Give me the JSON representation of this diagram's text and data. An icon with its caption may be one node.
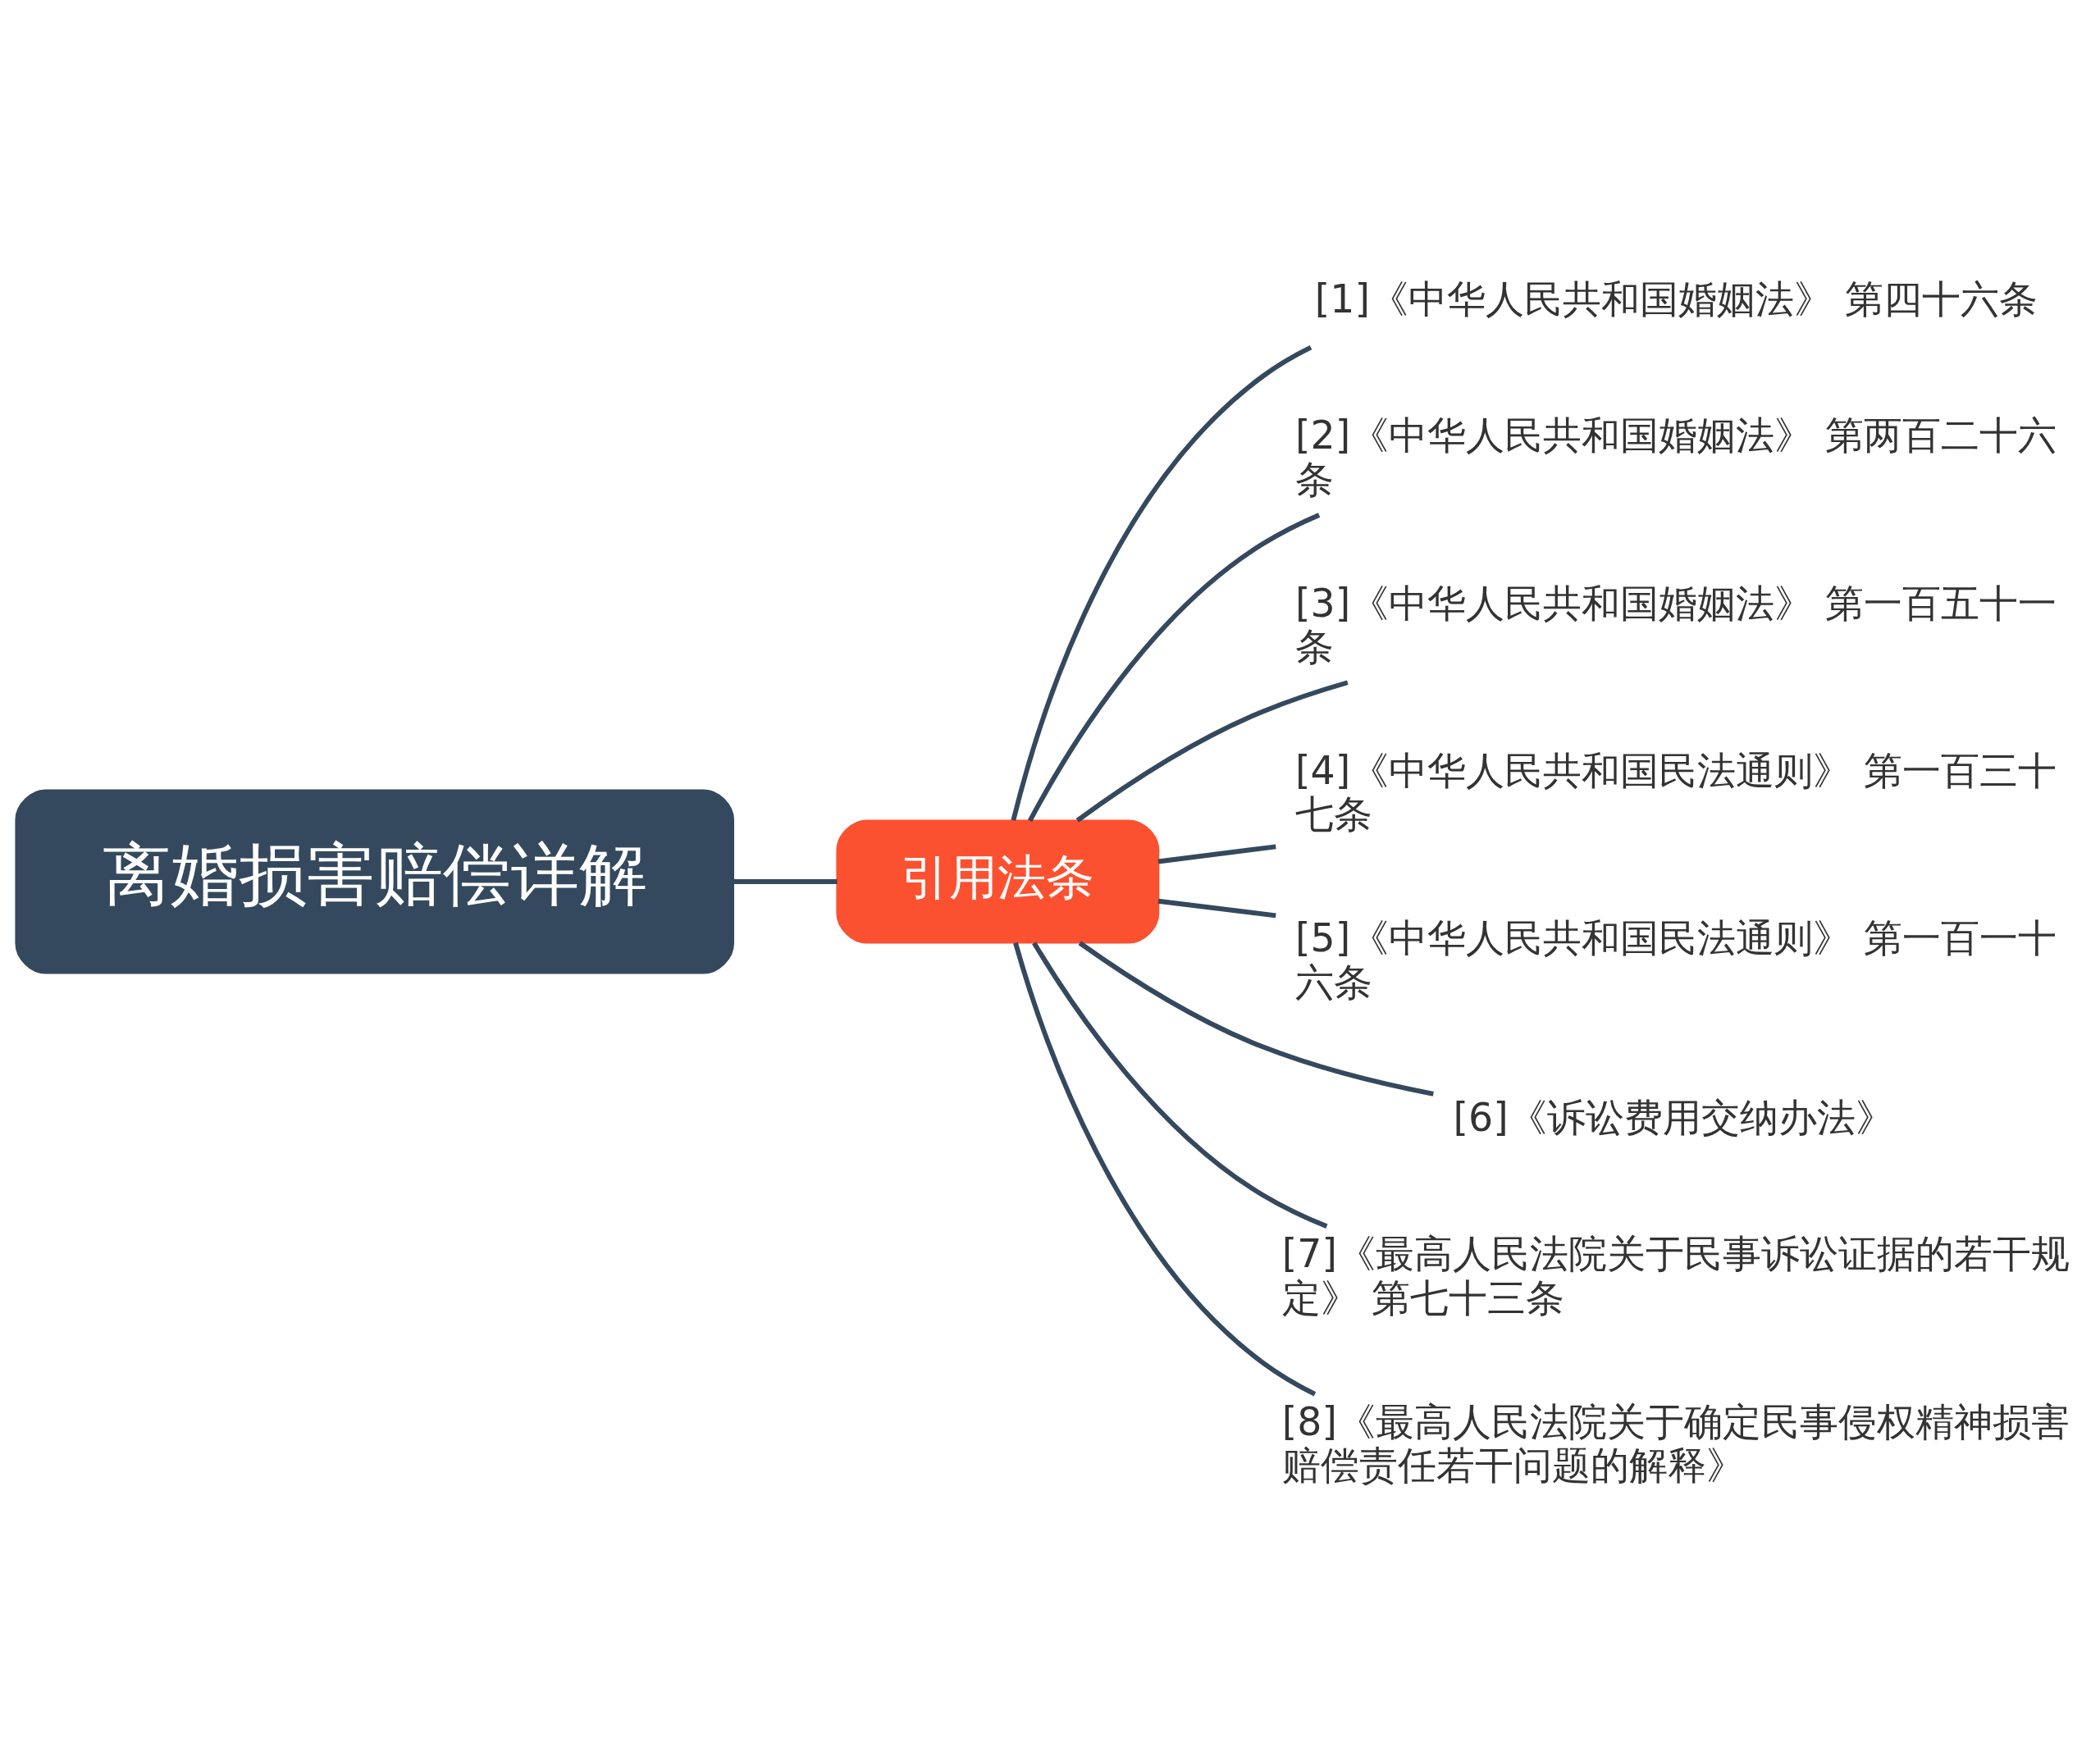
{
  "diagram": {
    "nodes": [
      {
        "text": [
          "离婚损害赔偿详解"
        ]
      },
      {
        "text": [
          "引用法条"
        ]
      },
      {
        "text": [
          "[1]《中华人民共和国婚姻法》 第四十六条"
        ]
      },
      {
        "text": [
          "[2]《中华人民共和国婚姻法》 第两百二十六条"
        ]
      },
      {
        "text": [
          "[3]《中华人民共和国婚姻法》 第一百五十一条"
        ]
      },
      {
        "text": [
          "[4]《中华人民共和国民法通则》 第一百三十七条"
        ]
      },
      {
        "text": [
          "[5]《中华人民共和国民法通则》 第一百一十六条"
        ]
      },
      {
        "text": [
          "[6]《诉讼费用交纳办法》"
        ]
      },
      {
        "text": [
          "[7]《最高人民法院关于民事诉讼证据的若干规定》 第七十三条"
        ]
      },
      {
        "text": [
          "[8]《最高人民法院关于确定民事侵权精神损害赔偿责任若干问题的解释》"
        ]
      }
    ],
    "edges": [
      {
        "from": 0,
        "to": 1,
        "arrow": "none"
      },
      {
        "from": 1,
        "to": 2,
        "arrow": "none"
      },
      {
        "from": 1,
        "to": 3,
        "arrow": "none"
      },
      {
        "from": 1,
        "to": 4,
        "arrow": "none"
      },
      {
        "from": 1,
        "to": 5,
        "arrow": "none"
      },
      {
        "from": 1,
        "to": 6,
        "arrow": "none"
      },
      {
        "from": 1,
        "to": 7,
        "arrow": "none"
      },
      {
        "from": 1,
        "to": 8,
        "arrow": "none"
      },
      {
        "from": 1,
        "to": 9,
        "arrow": "none"
      }
    ]
  }
}
